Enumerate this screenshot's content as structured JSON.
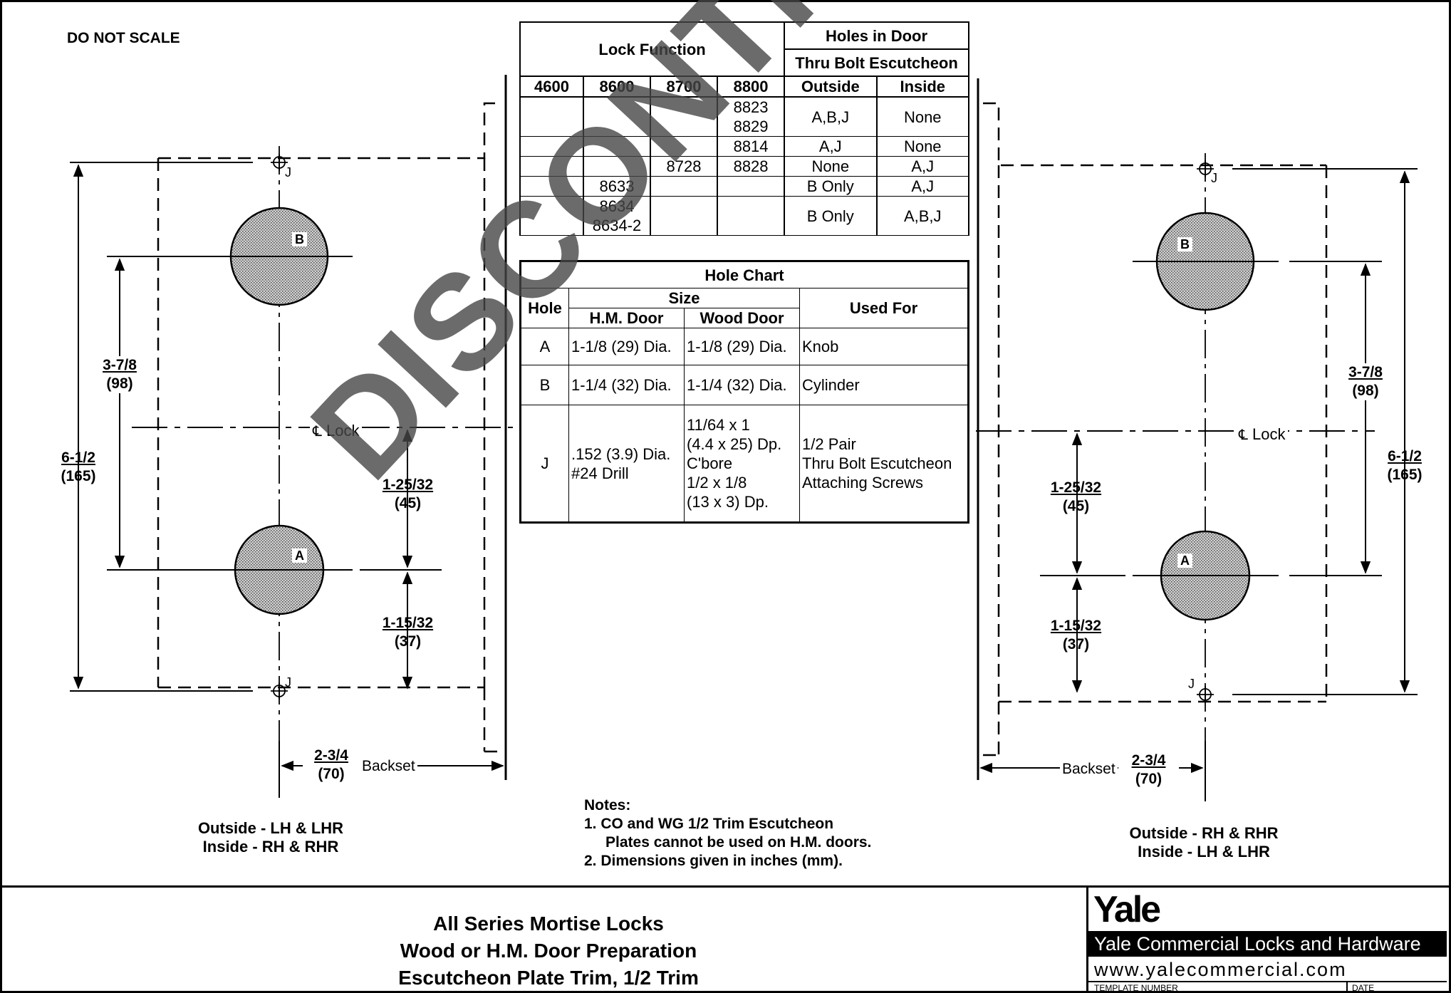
{
  "header": {
    "do_not_scale": "DO NOT SCALE"
  },
  "watermark": "DISCONTINUED",
  "lock_function_table": {
    "title": "Lock Function",
    "holes_title": "Holes in Door",
    "thru_bolt": "Thru Bolt Escutcheon",
    "columns": [
      "4600",
      "8600",
      "8700",
      "8800",
      "Outside",
      "Inside"
    ],
    "rows": [
      [
        "",
        "",
        "",
        "8823\n8829",
        "A,B,J",
        "None"
      ],
      [
        "",
        "",
        "",
        "8814",
        "A,J",
        "None"
      ],
      [
        "",
        "",
        "8728",
        "8828",
        "None",
        "A,J"
      ],
      [
        "",
        "8633",
        "",
        "",
        "B Only",
        "A,J"
      ],
      [
        "",
        "8634\n8634-2",
        "",
        "",
        "B Only",
        "A,B,J"
      ]
    ]
  },
  "hole_chart": {
    "title": "Hole Chart",
    "hole_header": "Hole",
    "size_header": "Size",
    "hm_header": "H.M. Door",
    "wood_header": "Wood Door",
    "used_header": "Used For",
    "rows": [
      {
        "hole": "A",
        "hm": "1-1/8 (29) Dia.",
        "wood": "1-1/8 (29) Dia.",
        "used": "Knob"
      },
      {
        "hole": "B",
        "hm": "1-1/4 (32) Dia.",
        "wood": "1-1/4 (32) Dia.",
        "used": "Cylinder"
      },
      {
        "hole": "J",
        "hm": ".152 (3.9) Dia.\n#24 Drill",
        "wood": "11/64 x 1\n(4.4 x 25) Dp.\nC'bore\n1/2 x 1/8\n(13 x 3) Dp.",
        "used": "1/2 Pair\nThru Bolt Escutcheon\nAttaching Screws"
      }
    ]
  },
  "left_drawing": {
    "hole_b": "B",
    "hole_a": "A",
    "hole_j_top": "J",
    "hole_j_bottom": "J",
    "dim_overall": "6-1/2",
    "dim_overall_mm": "(165)",
    "dim_ab": "3-7/8",
    "dim_ab_mm": "(98)",
    "dim_upper": "1-25/32",
    "dim_upper_mm": "(45)",
    "dim_lower": "1-15/32",
    "dim_lower_mm": "(37)",
    "backset": "2-3/4",
    "backset_mm": "(70)",
    "backset_label": "Backset",
    "centerline": "Lock",
    "caption_line1": "Outside - LH & LHR",
    "caption_line2": "Inside - RH & RHR"
  },
  "right_drawing": {
    "hole_b": "B",
    "hole_a": "A",
    "hole_j_top": "J",
    "hole_j_bottom": "J",
    "dim_overall": "6-1/2",
    "dim_overall_mm": "(165)",
    "dim_ab": "3-7/8",
    "dim_ab_mm": "(98)",
    "dim_upper": "1-25/32",
    "dim_upper_mm": "(45)",
    "dim_lower": "1-15/32",
    "dim_lower_mm": "(37)",
    "backset": "2-3/4",
    "backset_mm": "(70)",
    "backset_label": "Backset",
    "centerline": "Lock",
    "caption_line1": "Outside - RH & RHR",
    "caption_line2": "Inside - LH & LHR"
  },
  "notes": {
    "title": "Notes:",
    "items": [
      "1. CO and WG 1/2 Trim Escutcheon",
      "Plates cannot be used on H.M. doors.",
      "2. Dimensions given in inches (mm)."
    ]
  },
  "title_block": {
    "line1": "All Series Mortise Locks",
    "line2": "Wood or H.M. Door Preparation",
    "line3": "Escutcheon Plate Trim, 1/2 Trim",
    "brand": "Yale",
    "company": "Yale Commercial Locks and Hardware",
    "website": "www.yalecommercial.com",
    "template_number_label": "TEMPLATE NUMBER",
    "date_label": "DATE"
  }
}
